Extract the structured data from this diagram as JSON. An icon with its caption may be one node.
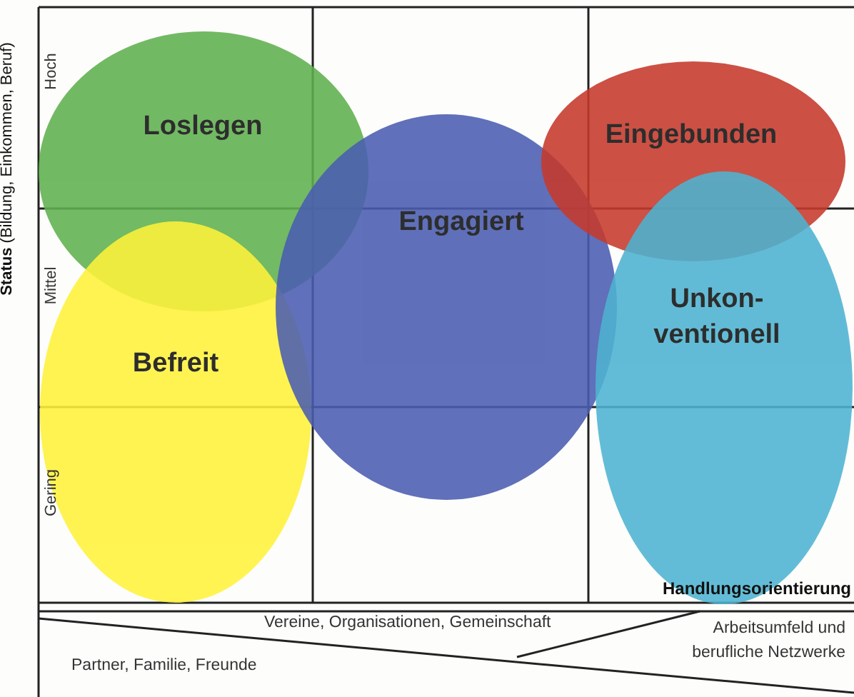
{
  "diagram": {
    "nodes": [
      {
        "text": [
          "Loslegen"
        ]
      },
      {
        "text": [
          "Befreit"
        ]
      },
      {
        "text": [
          "Engagiert"
        ]
      },
      {
        "text": [
          "Eingebunden"
        ]
      },
      {
        "text": [
          "Unkon- ventionell"
        ]
      }
    ],
    "labels": [
      "Hoch",
      "Mittel",
      "Gering",
      "**Status** (Bildung, Einkommen, Beruf)",
      "Handlungsorientierung",
      "Vereine, Organisationen, Gemeinschaft",
      "Arbeitsumfeld und berufliche Netzwerke",
      "Partner, Familie, Freunde"
    ]
  }
}
